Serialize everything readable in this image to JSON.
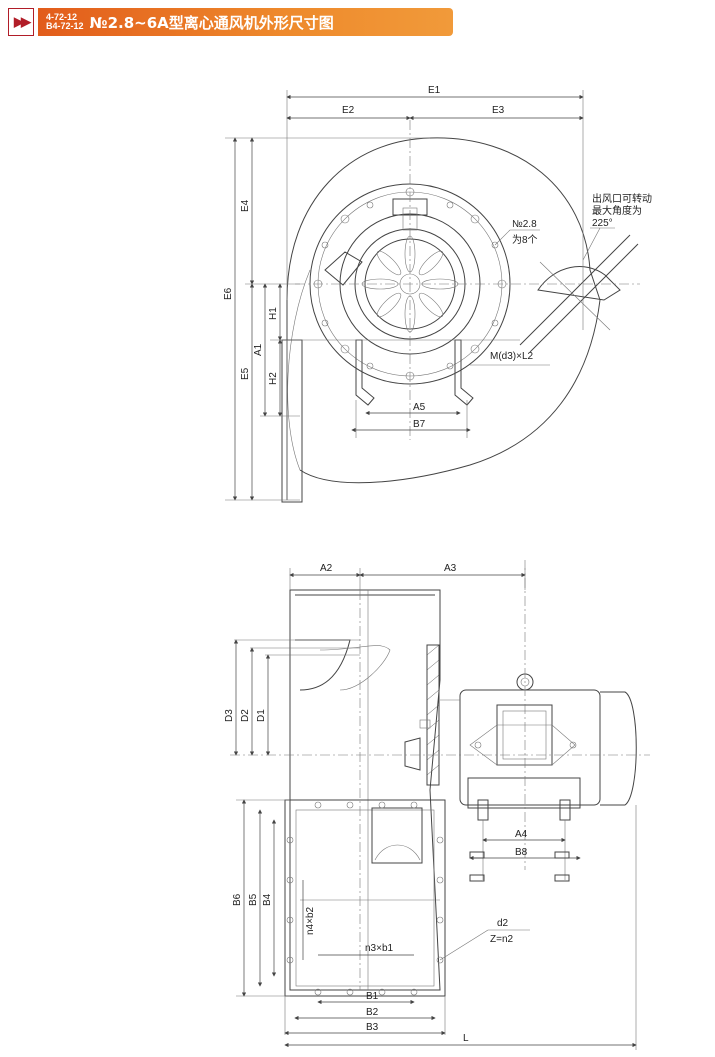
{
  "header": {
    "model_line1": "4-72-12",
    "model_line2": "B4-72-12",
    "title": "№2.8~6A型离心通风机外形尺寸图"
  },
  "labels": {
    "E1": "E1",
    "E2": "E2",
    "E3": "E3",
    "E4": "E4",
    "E5": "E5",
    "E6": "E6",
    "A1": "A1",
    "H1": "H1",
    "H2": "H2",
    "A5": "A5",
    "B7": "B7",
    "note_outlet_1": "出风口可转动",
    "note_outlet_2": "最大角度为",
    "note_outlet_3": "225°",
    "note_no": "№2.8",
    "note_count": "为8个",
    "bolt": "M(d3)×L2",
    "A2": "A2",
    "A3": "A3",
    "D1": "D1",
    "D2": "D2",
    "D3": "D3",
    "A4": "A4",
    "B8": "B8",
    "B1": "B1",
    "B2": "B2",
    "B3": "B3",
    "B4": "B4",
    "B5": "B5",
    "B6": "B6",
    "n4b2": "n4×b2",
    "n3b1": "n3×b1",
    "d2": "d2",
    "zn2": "Z=n2",
    "L": "L"
  }
}
